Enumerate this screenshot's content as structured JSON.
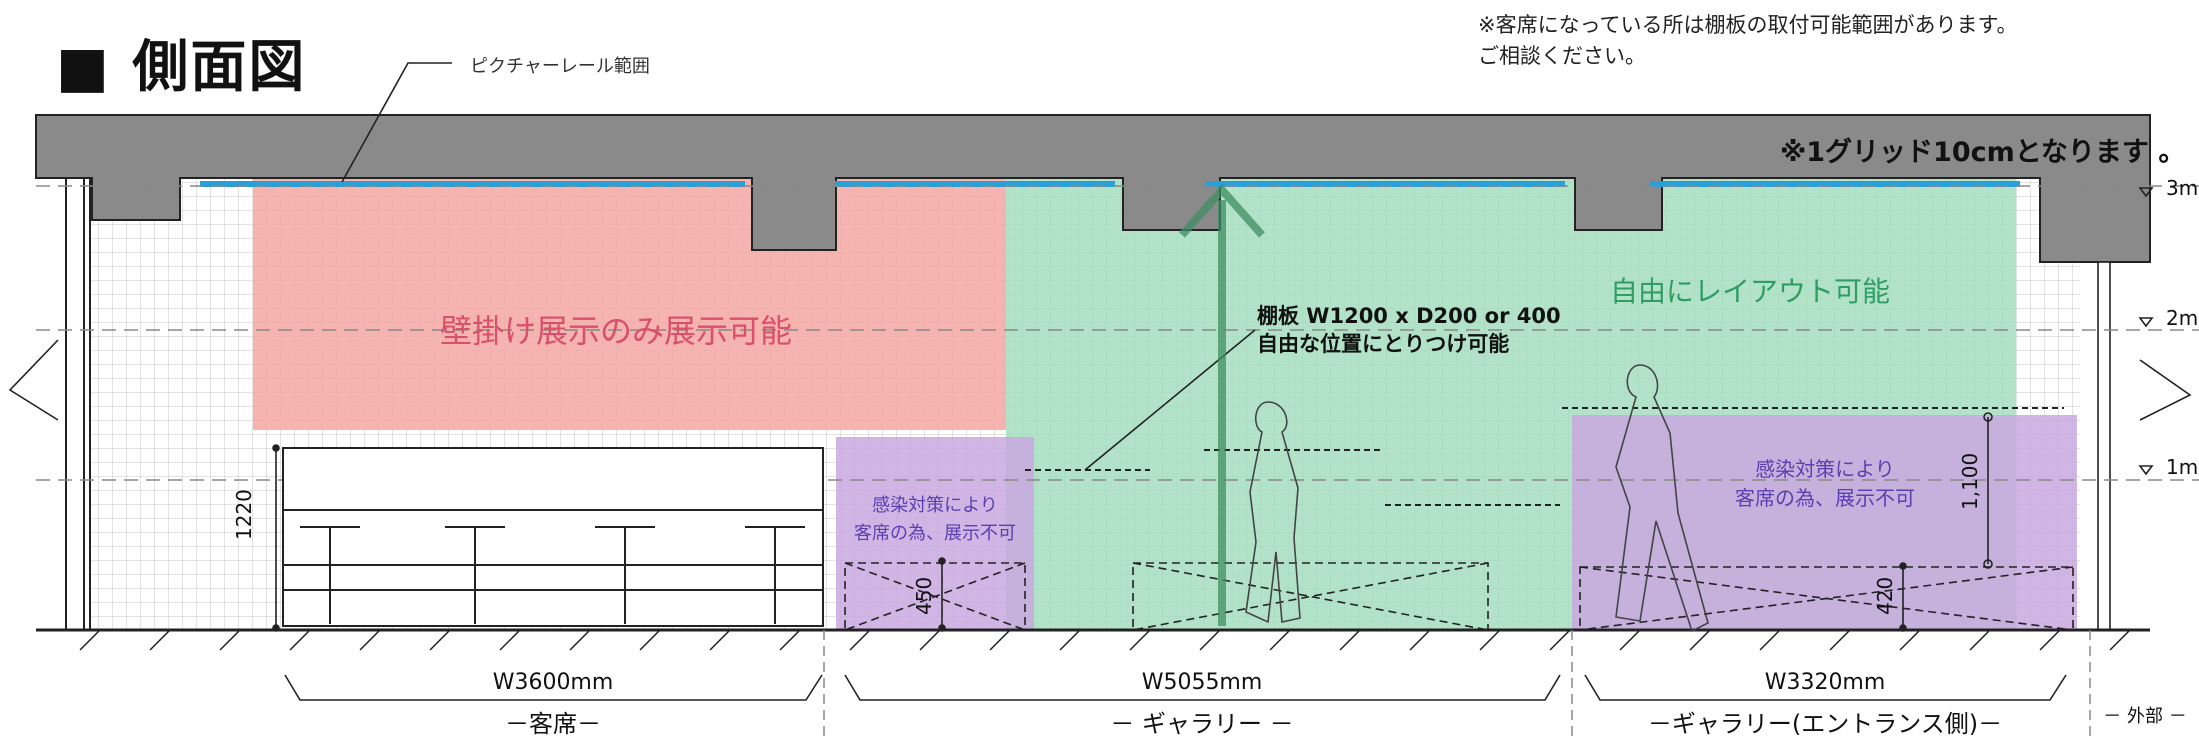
{
  "title": "■ 側面図",
  "note_line1": "※客席になっている所は棚板の取付可能範囲があります。",
  "note_line2": "ご相談ください。",
  "rail_callout": "ピクチャーレール範囲",
  "grid_note": "※1グリッド10cmとなります 。",
  "zone_wall_only": "壁掛け展示のみ展示可能",
  "zone_free_layout": "自由にレイアウト可能",
  "shelf_line1": "棚板 W1200 x D200 or 400",
  "shelf_line2": "自由な位置にとりつけ可能",
  "no_display_line1": "感染対策により",
  "no_display_line2": "客席の為、展示不可",
  "dim_1220": "1220",
  "dim_450": "450",
  "dim_420": "420",
  "dim_1100": "1,100",
  "level_3m": "3m",
  "level_2m": "2m",
  "level_1m": "1m",
  "width_1": "W3600mm",
  "width_2": "W5055mm",
  "width_3": "W3320mm",
  "section_1": "－客席－",
  "section_2": "－ ギャラリー －",
  "section_3": "－ギャラリー(エントランス側)－",
  "section_outside": "－ 外部 －",
  "colors": {
    "ceiling": "#8a8a8a",
    "rail": "#2a9fd6",
    "pink_zone": "#f4a7a3",
    "green_zone": "#9fdcbb",
    "purple_zone": "#c9a8e0",
    "pink_text": "#d9506b",
    "green_text": "#2e9e63",
    "purple_text": "#5a3fb0"
  }
}
